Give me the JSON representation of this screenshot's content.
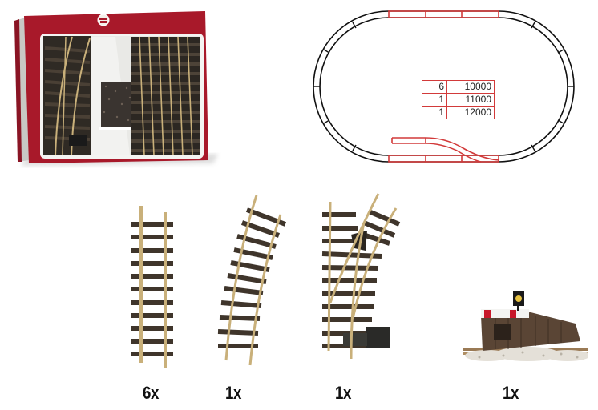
{
  "image": {
    "description": "Model railway track set product image",
    "colors": {
      "box_red": "#a8192a",
      "track_brass": "#c9b07a",
      "sleeper_brown": "#3f352b",
      "diagram_red": "#d23a3a",
      "diagram_black": "#111111"
    }
  },
  "box": {
    "name": "track-set-box",
    "logo": "brand-logo-emblem"
  },
  "layout_diagram": {
    "shape": "oval-with-siding",
    "parts_table": [
      {
        "qty": "6",
        "item": "10000"
      },
      {
        "qty": "1",
        "item": "11000"
      },
      {
        "qty": "1",
        "item": "12000"
      }
    ]
  },
  "components": [
    {
      "name": "straight-track",
      "qty_label": "6x"
    },
    {
      "name": "curved-track",
      "qty_label": "1x"
    },
    {
      "name": "switch-turnout",
      "qty_label": "1x"
    },
    {
      "name": "bumper-buffer-stop",
      "qty_label": "1x"
    }
  ]
}
